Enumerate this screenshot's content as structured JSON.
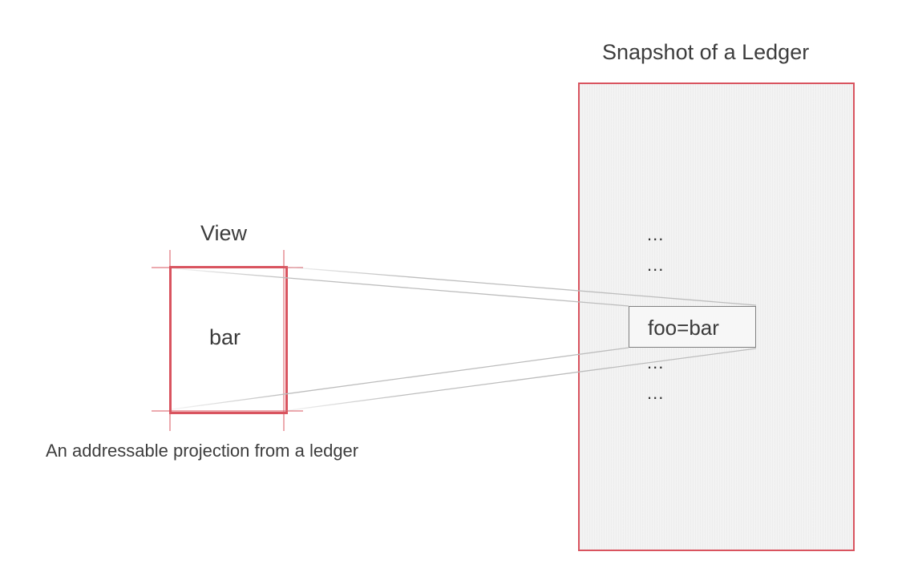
{
  "diagram": {
    "ledger": {
      "title": "Snapshot of a Ledger",
      "entry": "foo=bar",
      "ellipses": [
        "...",
        "...",
        "...",
        "..."
      ]
    },
    "view": {
      "title": "View",
      "value": "bar",
      "caption": "An addressable projection from a ledger"
    },
    "colors": {
      "frame_accent": "#d9545f",
      "projection_lines": "#bdbdbd",
      "ledger_fill": "#f3f3f3",
      "text": "#3a3a3a"
    }
  }
}
